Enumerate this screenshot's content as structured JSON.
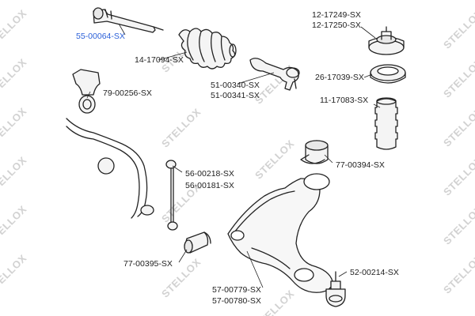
{
  "watermark_text": "STELLOX",
  "colors": {
    "part_outline": "#222222",
    "label_text": "#222222",
    "highlight_text": "#2a5fd8",
    "watermark": "#d2d2d2"
  },
  "parts": [
    {
      "id": "tie-rod",
      "labels": [
        "55-00064-SX"
      ],
      "highlighted": true
    },
    {
      "id": "steering-boot",
      "labels": [
        "14-17094-SX"
      ]
    },
    {
      "id": "tie-rod-end",
      "labels": [
        "51-00340-SX",
        "51-00341-SX"
      ]
    },
    {
      "id": "strut-mount",
      "labels": [
        "12-17249-SX",
        "12-17250-SX"
      ]
    },
    {
      "id": "strut-bearing",
      "labels": [
        "26-17039-SX"
      ]
    },
    {
      "id": "stabilizer-bushing",
      "labels": [
        "79-00256-SX"
      ]
    },
    {
      "id": "bump-stop-boot",
      "labels": [
        "11-17083-SX"
      ]
    },
    {
      "id": "rear-arm-bushing",
      "labels": [
        "77-00394-SX"
      ]
    },
    {
      "id": "stabilizer-link",
      "labels": [
        "56-00218-SX",
        "56-00181-SX"
      ]
    },
    {
      "id": "front-arm-bushing",
      "labels": [
        "77-00395-SX"
      ]
    },
    {
      "id": "control-arm",
      "labels": [
        "57-00779-SX",
        "57-00780-SX"
      ]
    },
    {
      "id": "ball-joint",
      "labels": [
        "52-00214-SX"
      ]
    }
  ]
}
